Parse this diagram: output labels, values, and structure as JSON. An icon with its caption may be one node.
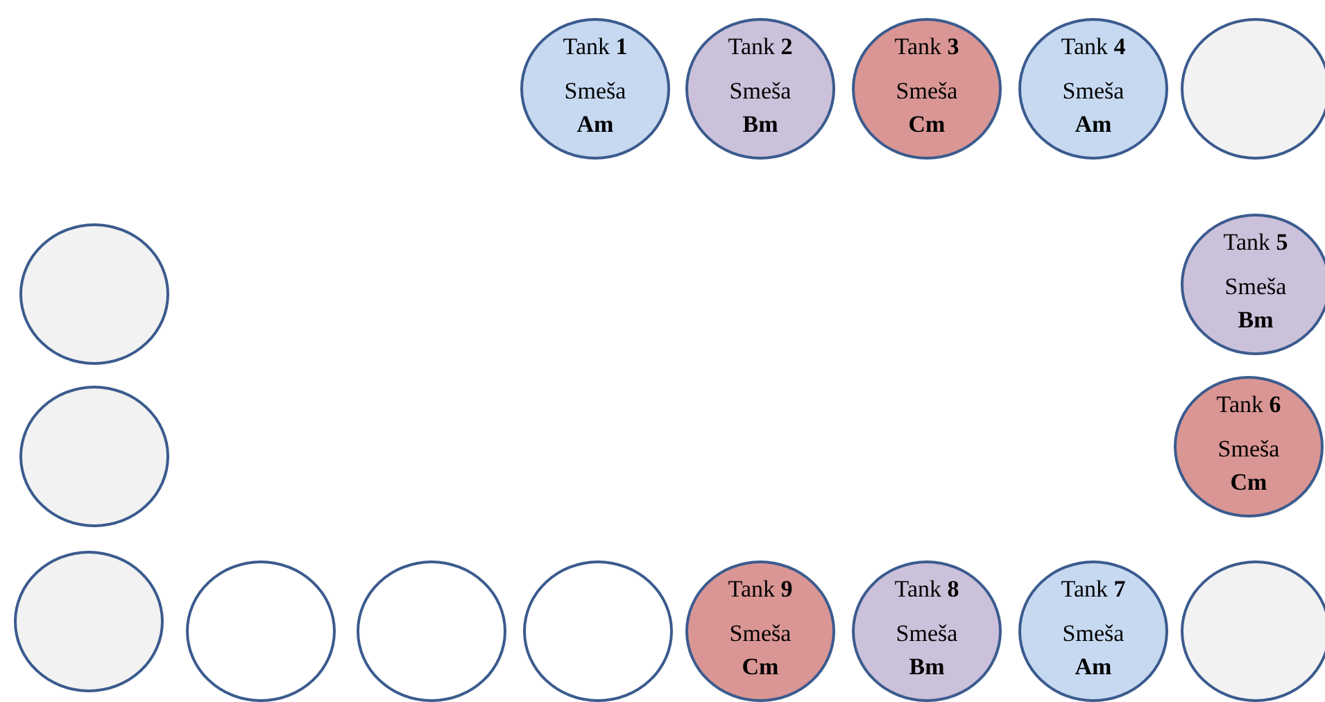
{
  "diagram": {
    "nodes": [
      {
        "text": [
          "Tank **1**",
          "Smeša **Am**"
        ]
      },
      {
        "text": [
          "Tank **2**",
          "Smeša **Bm**"
        ]
      },
      {
        "text": [
          "Tank **3**",
          "Smeša **Cm**"
        ]
      },
      {
        "text": [
          "Tank **4**",
          "Smeša **Am**"
        ]
      },
      {
        "text": [],
        "shape": "circle"
      },
      {
        "text": [],
        "shape": "circle"
      },
      {
        "text": [
          "Tank **5**",
          "Smeša **Bm**"
        ]
      },
      {
        "text": [],
        "shape": "circle"
      },
      {
        "text": [
          "Tank **6**",
          "Smeša **Cm**"
        ]
      },
      {
        "text": [],
        "shape": "circle"
      },
      {
        "text": [],
        "shape": "circle"
      },
      {
        "text": [],
        "shape": "circle"
      },
      {
        "text": [],
        "shape": "circle"
      },
      {
        "text": [
          "Tank **9**",
          "Smeša **Cm**"
        ]
      },
      {
        "text": [
          "Tank **8**",
          "Smeša **Bm**"
        ]
      },
      {
        "text": [
          "Tank **7**",
          "Smeša **Am**"
        ]
      },
      {
        "text": [],
        "shape": "circle"
      }
    ]
  }
}
